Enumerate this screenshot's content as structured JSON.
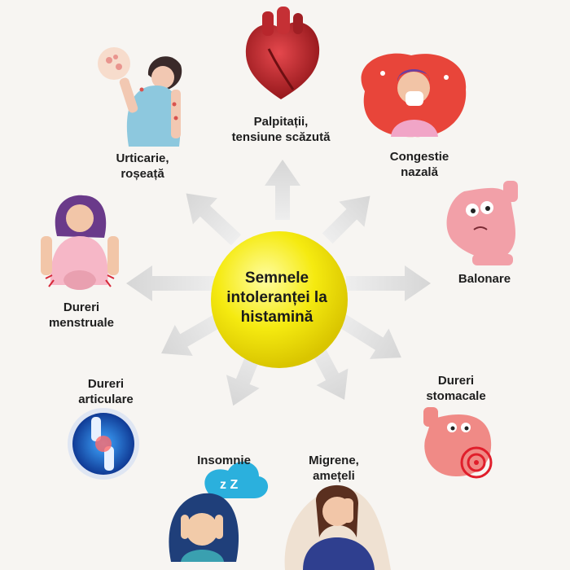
{
  "center": {
    "line1": "Semnele",
    "line2": "intoleranței la",
    "line3": "histamină"
  },
  "symptoms": [
    {
      "id": "heart",
      "line1": "Palpitații,",
      "line2": "tensiune scăzută",
      "icon": "heart-icon"
    },
    {
      "id": "nose",
      "line1": "Congestie",
      "line2": "nazală",
      "icon": "sneezing-woman-icon"
    },
    {
      "id": "bloating",
      "line1": "Balonare",
      "line2": "",
      "icon": "bloated-stomach-icon"
    },
    {
      "id": "stomach",
      "line1": "Dureri",
      "line2": "stomacale",
      "icon": "stomach-pain-icon"
    },
    {
      "id": "migraine",
      "line1": "Migrene,",
      "line2": "amețeli",
      "icon": "headache-woman-icon"
    },
    {
      "id": "insomnia",
      "line1": "Insomnie",
      "line2": "",
      "icon": "sleepless-woman-icon"
    },
    {
      "id": "joints",
      "line1": "Dureri",
      "line2": "articulare",
      "icon": "knee-joint-icon"
    },
    {
      "id": "menstrual",
      "line1": "Dureri",
      "line2": "menstruale",
      "icon": "cramping-woman-icon"
    },
    {
      "id": "rash",
      "line1": "Urticarie,",
      "line2": "roșeață",
      "icon": "rash-woman-icon"
    }
  ],
  "insomnia_bubble": "z Z",
  "colors": {
    "center": "#f2e600",
    "arrow": "#dcdcdc",
    "background": "#f7f5f2",
    "text": "#1e1e1e"
  }
}
